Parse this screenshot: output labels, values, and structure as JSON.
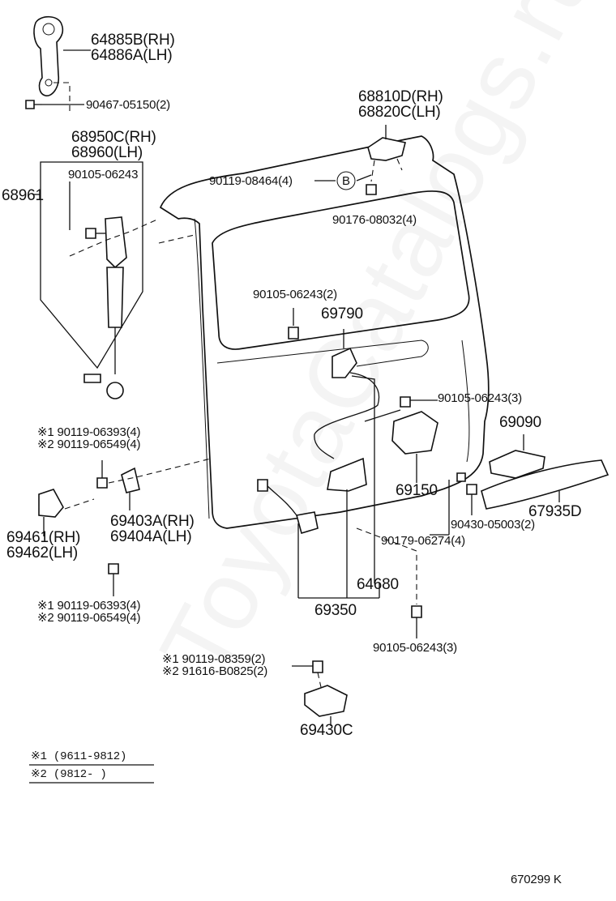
{
  "labels": {
    "p64885": "64885B(RH)",
    "p64886": "64886A(LH)",
    "p90467": "90467-05150(2)",
    "p68950": "68950C(RH)",
    "p68960": "68960(LH)",
    "p90105a": "90105-06243",
    "p68961": "68961",
    "p68810": "68810D(RH)",
    "p68820": "68820C(LH)",
    "p90119a": "90119-08464(4)",
    "ref_b": "B",
    "p90176": "90176-08032(4)",
    "p90105b": "90105-06243(2)",
    "p69790": "69790",
    "p90105c": "90105-06243(3)",
    "p69090": "69090",
    "p90119b_1": "※1 90119-06393(4)",
    "p90119b_2": "※2 90119-06549(4)",
    "p69150": "69150",
    "p69403": "69403A(RH)",
    "p69404": "69404A(LH)",
    "p90430": "90430-05003(2)",
    "p67935": "67935D",
    "p69461": "69461(RH)",
    "p69462": "69462(LH)",
    "p90179": "90179-06274(4)",
    "p64680": "64680",
    "p90119c_1": "※1 90119-06393(4)",
    "p90119c_2": "※2 90119-06549(4)",
    "p69350": "69350",
    "p90105d": "90105-06243(3)",
    "p90119d_1": "※1 90119-08359(2)",
    "p91616_2": "※2 91616-B0825(2)",
    "p69430": "69430C",
    "note1": "※1 (9611-9812)",
    "note2": "※2 (9812-      )",
    "code": "670299 K"
  },
  "watermark": "ToyotaCatalogs.ru"
}
